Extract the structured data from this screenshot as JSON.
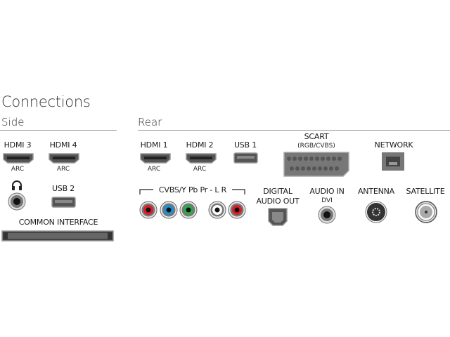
{
  "title": "Connections",
  "sections": {
    "side": {
      "label": "Side",
      "ports": [
        {
          "id": "hdmi3",
          "label": "HDMI 3",
          "sublabel": "ARC",
          "icon": "hdmi-port-icon"
        },
        {
          "id": "hdmi4",
          "label": "HDMI 4",
          "sublabel": "ARC",
          "icon": "hdmi-port-icon"
        },
        {
          "id": "headphone",
          "label": "",
          "icon": "headphones-icon",
          "jack": "3.5mm-jack-icon"
        },
        {
          "id": "usb2",
          "label": "USB 2",
          "icon": "usb-port-icon"
        },
        {
          "id": "ci",
          "label": "COMMON INTERFACE",
          "icon": "ci-slot-icon"
        }
      ]
    },
    "rear": {
      "label": "Rear",
      "ports": [
        {
          "id": "hdmi1",
          "label": "HDMI 1",
          "sublabel": "ARC",
          "icon": "hdmi-port-icon"
        },
        {
          "id": "hdmi2",
          "label": "HDMI 2",
          "sublabel": "ARC",
          "icon": "hdmi-port-icon"
        },
        {
          "id": "usb1",
          "label": "USB 1",
          "icon": "usb-port-icon"
        },
        {
          "id": "scart",
          "label": "SCART",
          "sublabel": "(RGB/CVBS)",
          "icon": "scart-port-icon"
        },
        {
          "id": "network",
          "label": "NETWORK",
          "icon": "ethernet-port-icon"
        },
        {
          "id": "component",
          "label": "CVBS/Y Pb Pr - L R",
          "icon": "rca-jacks-icon",
          "jack_colors": [
            "#d81f26",
            "#1f8fd0",
            "#2fa84a",
            "#ffffff",
            "#d81f26"
          ]
        },
        {
          "id": "digital_audio_out",
          "label": "DIGITAL",
          "label2": "AUDIO OUT",
          "icon": "optical-port-icon"
        },
        {
          "id": "audio_in",
          "label": "AUDIO IN",
          "sublabel": "DVI",
          "icon": "3.5mm-jack-icon"
        },
        {
          "id": "antenna",
          "label": "ANTENNA",
          "icon": "coax-port-icon"
        },
        {
          "id": "satellite",
          "label": "SATELLITE",
          "icon": "f-connector-icon"
        }
      ]
    }
  }
}
